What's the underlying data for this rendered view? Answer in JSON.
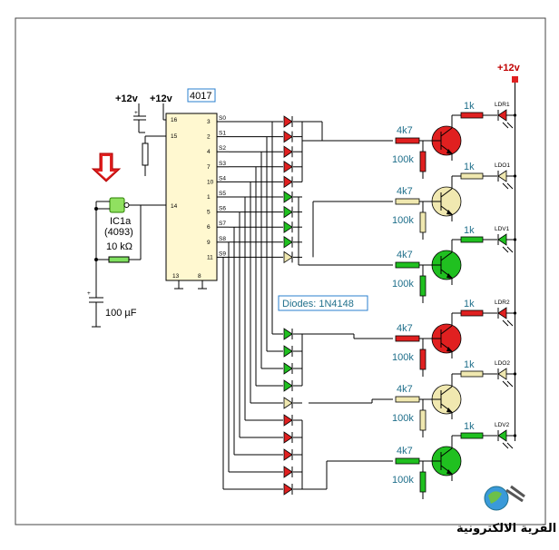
{
  "supply": {
    "p12_a": "+12v",
    "p12_b": "+12v",
    "p12_c": "+12v"
  },
  "ic4017": {
    "name": "4017",
    "pins_left": [
      "16",
      "15",
      "14",
      "13",
      "8"
    ],
    "pins_right": [
      "3",
      "2",
      "4",
      "7",
      "10",
      "1",
      "5",
      "6",
      "9",
      "11"
    ],
    "outputs": [
      "S0",
      "S1",
      "S2",
      "S3",
      "S4",
      "S5",
      "S6",
      "S7",
      "S8",
      "S9"
    ]
  },
  "gate": {
    "name": "IC1a",
    "part": "(4093)",
    "resistor": "10 kΩ",
    "capacitor": "100 µF"
  },
  "diodes_label": "Diodes: 1N4148",
  "stages": [
    {
      "r_base": "4k7",
      "r_pull": "100k",
      "r_led": "1k",
      "led": "LDR1",
      "color": "#e02020",
      "light": "#ff9090"
    },
    {
      "r_base": "4k7",
      "r_pull": "100k",
      "r_led": "1k",
      "led": "LDO1",
      "color": "#f0e8b0",
      "light": "#fffbe0"
    },
    {
      "r_base": "4k7",
      "r_pull": "100k",
      "r_led": "1k",
      "led": "LDV1",
      "color": "#20c020",
      "light": "#90ff90"
    },
    {
      "r_base": "4k7",
      "r_pull": "100k",
      "r_led": "1k",
      "led": "LDR2",
      "color": "#e02020",
      "light": "#ff9090"
    },
    {
      "r_base": "4k7",
      "r_pull": "100k",
      "r_led": "1k",
      "led": "LDO2",
      "color": "#f0e8b0",
      "light": "#fffbe0"
    },
    {
      "r_base": "4k7",
      "r_pull": "100k",
      "r_led": "1k",
      "led": "LDV2",
      "color": "#20c020",
      "light": "#90ff90"
    }
  ],
  "colors": {
    "red": "#e02020",
    "amber": "#f0e8b0",
    "green": "#20c020",
    "arrow": "#e02020",
    "label_blue": "#1f6f8b"
  },
  "logo_text": "القرية الالكترونية"
}
